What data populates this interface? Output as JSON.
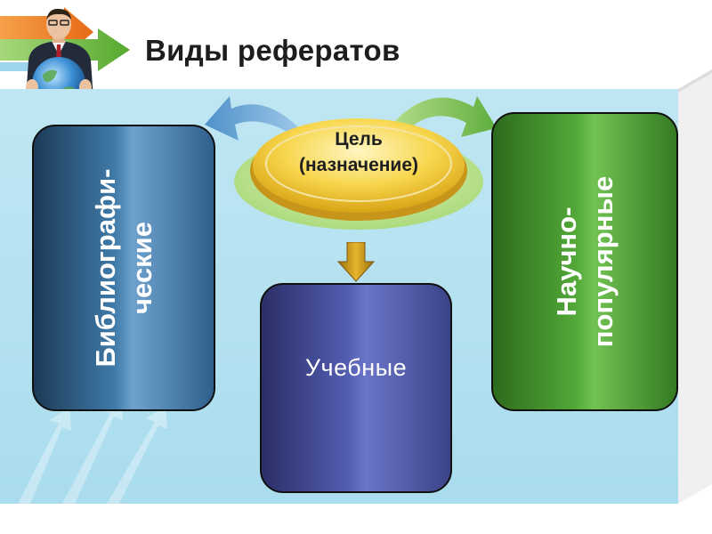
{
  "title": "Виды рефератов",
  "center": {
    "line1": "Цель",
    "line2": "(назначение)"
  },
  "boxes": {
    "left": {
      "line1": "Библиографи-",
      "line2": "ческие"
    },
    "middle": {
      "label": "Учебные"
    },
    "right": {
      "line1": "Научно-",
      "line2": "популярные"
    }
  },
  "colors": {
    "panel_bg": "#b3e1f0",
    "left_box": "#3d77a5",
    "middle_box": "#5a63b5",
    "right_box": "#56a83a",
    "ellipse_gold": "#f5c830",
    "ellipse_green": "#b4df80",
    "arrow_green": "#6ebe3c",
    "arrow_orange": "#f08a24"
  },
  "icons": [
    "businessman-with-globe-icon",
    "arrow-right-icon",
    "curved-arrow-left-icon",
    "curved-arrow-right-icon",
    "down-arrow-icon"
  ]
}
